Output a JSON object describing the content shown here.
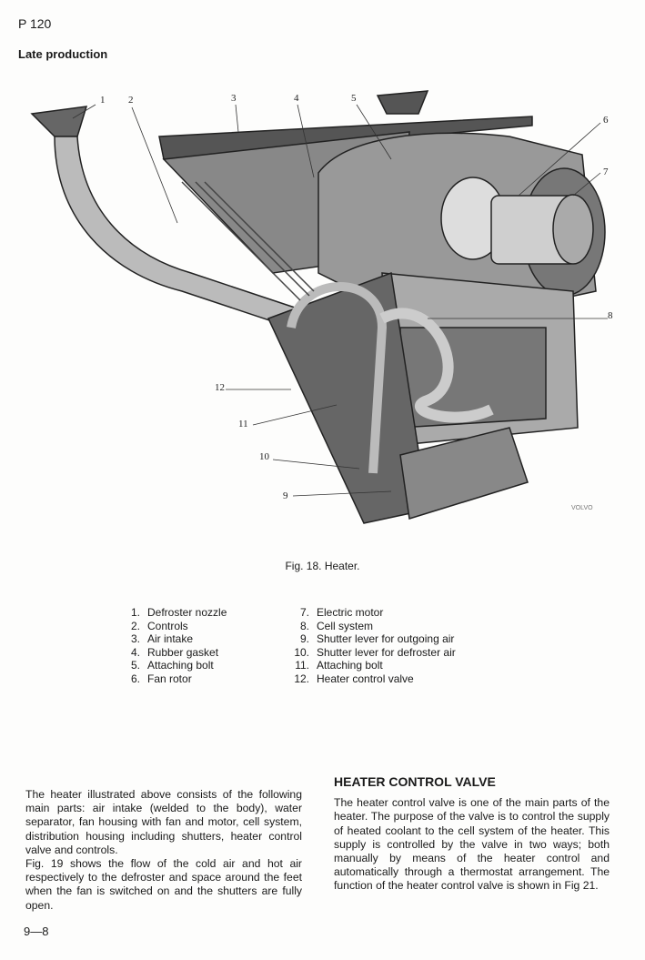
{
  "header": {
    "page_code": "P 120",
    "subtitle": "Late production"
  },
  "figure": {
    "callouts": [
      "1",
      "2",
      "3",
      "4",
      "5",
      "6",
      "7",
      "8",
      "9",
      "10",
      "11",
      "12"
    ],
    "stamp": "VOLVO",
    "caption": "Fig. 18. Heater."
  },
  "legend": {
    "left": [
      {
        "num": "1.",
        "label": "Defroster nozzle"
      },
      {
        "num": "2.",
        "label": "Controls"
      },
      {
        "num": "3.",
        "label": "Air intake"
      },
      {
        "num": "4.",
        "label": "Rubber gasket"
      },
      {
        "num": "5.",
        "label": "Attaching bolt"
      },
      {
        "num": "6.",
        "label": "Fan rotor"
      }
    ],
    "right": [
      {
        "num": "7.",
        "label": "Electric motor"
      },
      {
        "num": "8.",
        "label": "Cell system"
      },
      {
        "num": "9.",
        "label": "Shutter lever for outgoing air"
      },
      {
        "num": "10.",
        "label": "Shutter lever for defroster air"
      },
      {
        "num": "11.",
        "label": "Attaching bolt"
      },
      {
        "num": "12.",
        "label": "Heater control valve"
      }
    ]
  },
  "body": {
    "left_paragraph_1": "The heater illustrated above consists of the following main parts: air intake (welded to the body), water separator, fan housing with fan and motor, cell system, distribution housing including shutters, heater control valve and controls.",
    "left_paragraph_2": "Fig. 19 shows the flow of the cold air and hot air respectively to the defroster and space around the feet when the fan is switched on and the shutters are fully open.",
    "right_heading": "HEATER CONTROL VALVE",
    "right_paragraph": "The heater control valve is one of the main parts of the heater. The purpose of the valve is to control the supply of heated coolant to the cell system of the heater. This supply is controlled by the valve in two ways; both manually by means of the heater control and automatically through a thermostat arrangement. The function of the heater control valve is shown in Fig 21."
  },
  "footer": {
    "page_number": "9—8"
  }
}
